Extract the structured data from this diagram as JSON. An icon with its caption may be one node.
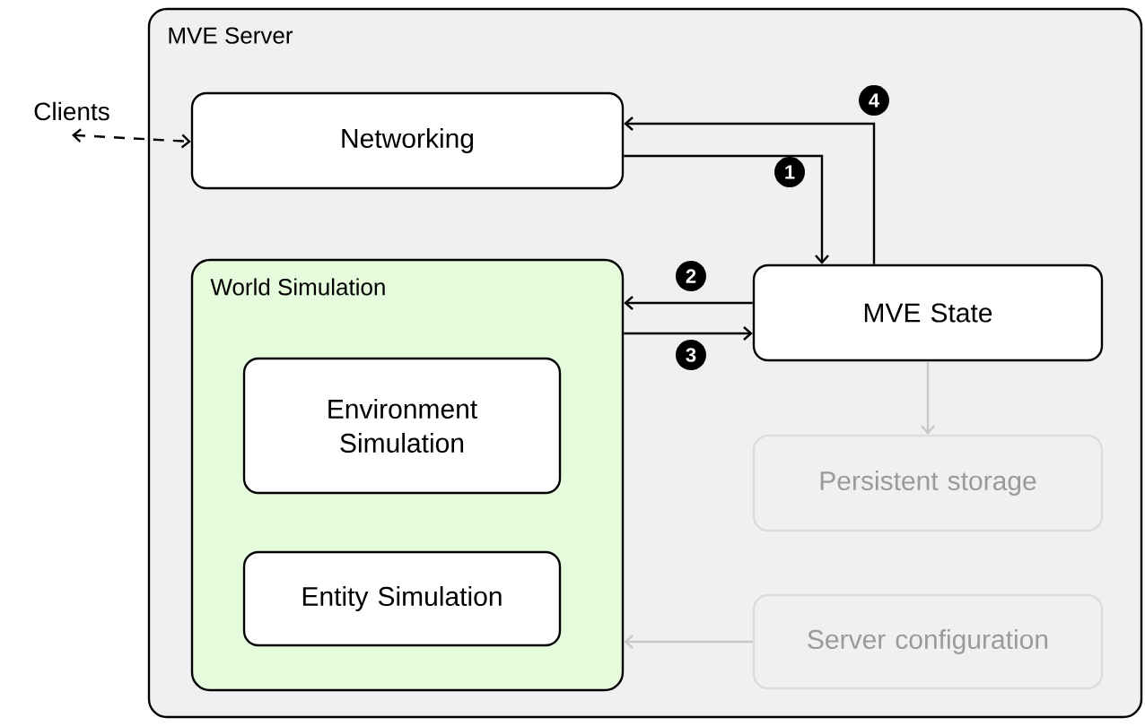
{
  "diagram": {
    "nodes": [
      {
        "text": [
          "MVE Server"
        ]
      },
      {
        "text": [
          "Clients"
        ]
      },
      {
        "text": [
          "Networking"
        ],
        "in": 0
      },
      {
        "text": [
          "World Simulation"
        ],
        "in": 0
      },
      {
        "text": [
          "Environment Simulation"
        ],
        "in": 3
      },
      {
        "text": [
          "Entity Simulation"
        ],
        "in": 3
      },
      {
        "text": [
          "MVE State"
        ],
        "in": 0
      },
      {
        "text": [
          "Persistent storage"
        ],
        "in": 0
      },
      {
        "text": [
          "Server configuration"
        ],
        "in": 0
      }
    ],
    "edges": [
      {
        "from": 1,
        "to": 2,
        "arrow": "both",
        "style": "dashed"
      },
      {
        "from": 2,
        "to": 6,
        "arrow": "to",
        "label": "1"
      },
      {
        "from": 6,
        "to": 3,
        "arrow": "to",
        "label": "2"
      },
      {
        "from": 3,
        "to": 6,
        "arrow": "to",
        "label": "3"
      },
      {
        "from": 6,
        "to": 2,
        "arrow": "to",
        "label": "4"
      },
      {
        "from": 6,
        "to": 7,
        "arrow": "to",
        "color": "#c8c8c8"
      },
      {
        "from": 8,
        "to": 3,
        "arrow": "to",
        "color": "#c8c8c8"
      }
    ]
  }
}
